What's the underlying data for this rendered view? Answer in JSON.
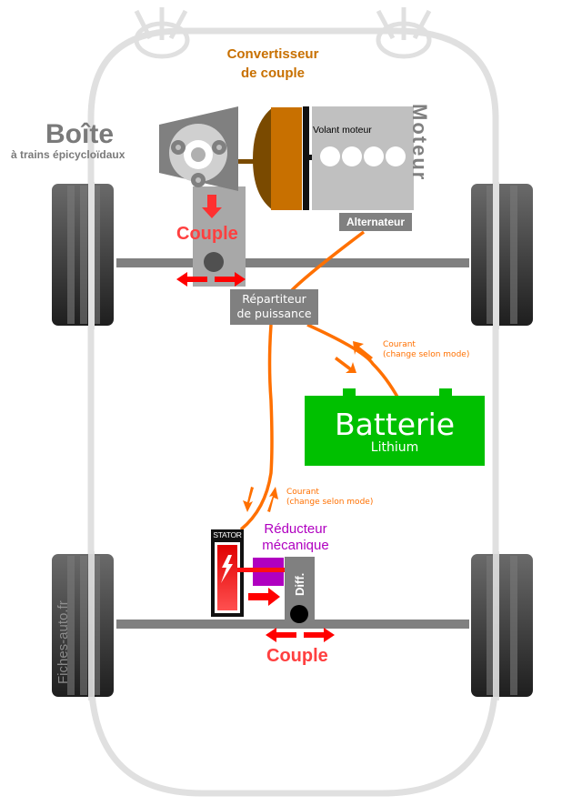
{
  "diagram": {
    "title": "Convertisseur de couple",
    "title_lines": [
      "Convertisseur",
      "de couple"
    ],
    "gearbox": {
      "title": "Boîte",
      "subtitle": "à trains épicycloïdaux"
    },
    "engine": {
      "label": "Moteur",
      "flywheel_label": "Volant moteur",
      "alternator_label": "Alternateur"
    },
    "couple_front": "Couple",
    "couple_rear": "Couple",
    "power_split": {
      "lines": [
        "Répartiteur",
        "de puissance"
      ]
    },
    "current_battery": {
      "lines": [
        "Courant",
        "(change selon mode)"
      ]
    },
    "current_motor": {
      "lines": [
        "Courant",
        "(change selon mode)"
      ]
    },
    "battery": {
      "title": "Batterie",
      "subtitle": "Lithium"
    },
    "stator_label": "STATOR",
    "reducer": {
      "lines": [
        "Réducteur",
        "mécanique"
      ]
    },
    "differential_label": "Diff.",
    "watermark": "Fiches-auto.fr",
    "colors": {
      "body_outline": "#e0e0e0",
      "converter": "#c87000",
      "converter_dark": "#7a4a00",
      "engine": "#c0c0c0",
      "gearbox": "#808080",
      "couple": "#ff4040",
      "arrow_red": "#ff0000",
      "current": "#ff7000",
      "battery": "#00c000",
      "reducer": "#b000c0",
      "tire": "#3a3a3a"
    }
  }
}
